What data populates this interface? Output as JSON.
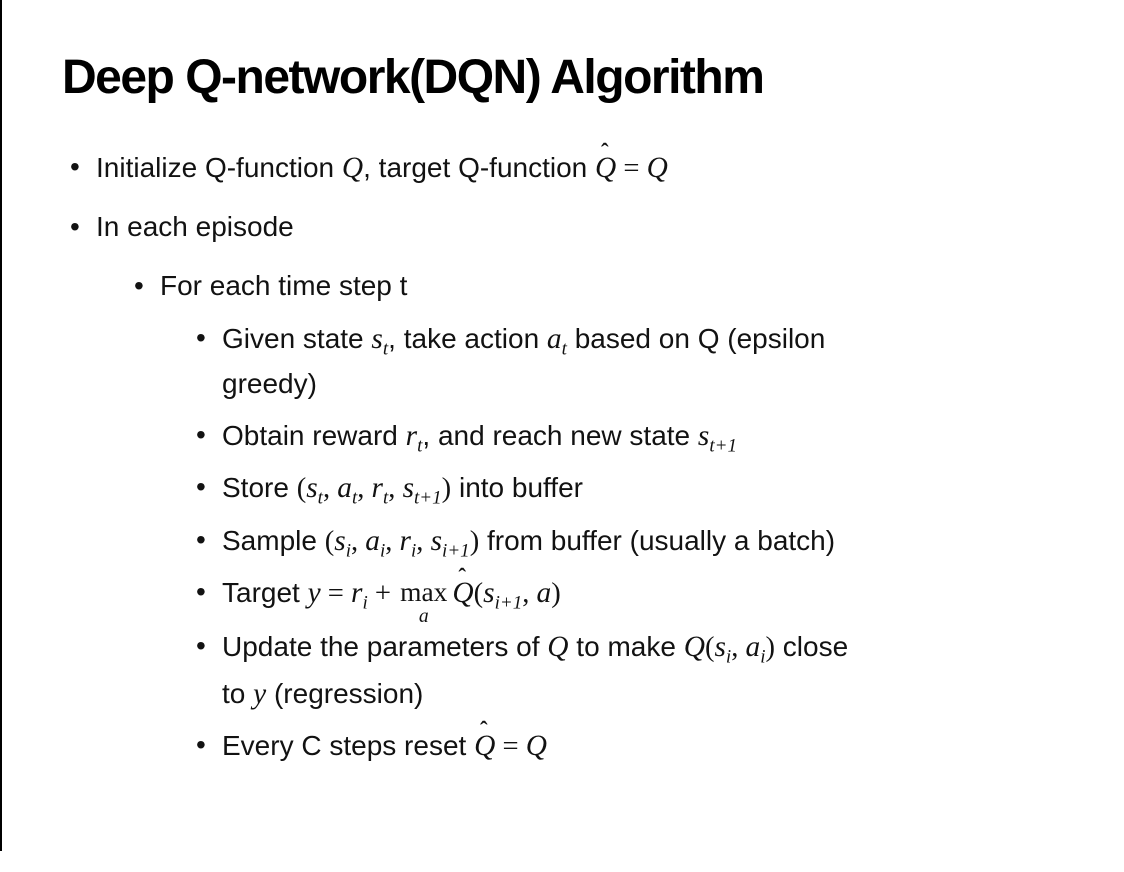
{
  "page": {
    "background": "#ffffff",
    "frame_border_color": "#000000",
    "text_color": "#121212",
    "title_color": "#000000"
  },
  "glyphs": {
    "bullet": "•",
    "hat": "ˆ"
  },
  "slide": {
    "title": "Deep Q-network(DQN) Algorithm",
    "bullets": [
      {
        "level": 1,
        "segments": [
          {
            "s": "p",
            "t": "Initialize Q-function "
          },
          {
            "s": "m",
            "t": "Q"
          },
          {
            "s": "p",
            "t": ", target Q-function "
          },
          {
            "s": "hat",
            "t": "Q"
          },
          {
            "s": "r",
            "t": " = "
          },
          {
            "s": "m",
            "t": "Q"
          }
        ]
      },
      {
        "level": 1,
        "segments": [
          {
            "s": "p",
            "t": "In each episode"
          }
        ]
      },
      {
        "level": 2,
        "segments": [
          {
            "s": "p",
            "t": "For each time step t"
          }
        ]
      },
      {
        "level": 3,
        "segments": [
          {
            "s": "p",
            "t": "Given state "
          },
          {
            "s": "m",
            "t": "s"
          },
          {
            "s": "ms",
            "t": "t"
          },
          {
            "s": "p",
            "t": ", take action "
          },
          {
            "s": "m",
            "t": "a"
          },
          {
            "s": "ms",
            "t": "t"
          },
          {
            "s": "p",
            "t": " based on Q (epsilon"
          },
          {
            "s": "br"
          },
          {
            "s": "p",
            "t": "greedy)"
          }
        ]
      },
      {
        "level": 3,
        "segments": [
          {
            "s": "p",
            "t": "Obtain reward "
          },
          {
            "s": "m",
            "t": "r"
          },
          {
            "s": "ms",
            "t": "t"
          },
          {
            "s": "p",
            "t": ", and reach new state "
          },
          {
            "s": "m",
            "t": "s"
          },
          {
            "s": "ms",
            "t": "t+1"
          }
        ]
      },
      {
        "level": 3,
        "segments": [
          {
            "s": "p",
            "t": "Store "
          },
          {
            "s": "r",
            "t": "("
          },
          {
            "s": "m",
            "t": "s"
          },
          {
            "s": "ms",
            "t": "t"
          },
          {
            "s": "r",
            "t": ", "
          },
          {
            "s": "m",
            "t": "a"
          },
          {
            "s": "ms",
            "t": "t"
          },
          {
            "s": "r",
            "t": ", "
          },
          {
            "s": "m",
            "t": "r"
          },
          {
            "s": "ms",
            "t": "t"
          },
          {
            "s": "r",
            "t": ", "
          },
          {
            "s": "m",
            "t": "s"
          },
          {
            "s": "ms",
            "t": "t+1"
          },
          {
            "s": "r",
            "t": ")"
          },
          {
            "s": "p",
            "t": " into buffer"
          }
        ]
      },
      {
        "level": 3,
        "segments": [
          {
            "s": "p",
            "t": "Sample "
          },
          {
            "s": "r",
            "t": "("
          },
          {
            "s": "m",
            "t": "s"
          },
          {
            "s": "ms",
            "t": "i"
          },
          {
            "s": "r",
            "t": ", "
          },
          {
            "s": "m",
            "t": "a"
          },
          {
            "s": "ms",
            "t": "i"
          },
          {
            "s": "r",
            "t": ", "
          },
          {
            "s": "m",
            "t": "r"
          },
          {
            "s": "ms",
            "t": "i"
          },
          {
            "s": "r",
            "t": ", "
          },
          {
            "s": "m",
            "t": "s"
          },
          {
            "s": "ms",
            "t": "i+1"
          },
          {
            "s": "r",
            "t": ")"
          },
          {
            "s": "p",
            "t": " from buffer (usually a batch)"
          }
        ]
      },
      {
        "level": 3,
        "segments": [
          {
            "s": "p",
            "t": "Target "
          },
          {
            "s": "m",
            "t": "y"
          },
          {
            "s": "r",
            "t": " = "
          },
          {
            "s": "m",
            "t": "r"
          },
          {
            "s": "ms",
            "t": "i"
          },
          {
            "s": "r",
            "t": " + "
          },
          {
            "s": "under",
            "top": "max",
            "bot": "a"
          },
          {
            "s": "hat",
            "t": "Q"
          },
          {
            "s": "r",
            "t": "("
          },
          {
            "s": "m",
            "t": "s"
          },
          {
            "s": "ms",
            "t": "i+1"
          },
          {
            "s": "r",
            "t": ", "
          },
          {
            "s": "m",
            "t": "a"
          },
          {
            "s": "r",
            "t": ")"
          }
        ]
      },
      {
        "level": 3,
        "segments": [
          {
            "s": "p",
            "t": "Update the parameters of "
          },
          {
            "s": "m",
            "t": "Q"
          },
          {
            "s": "p",
            "t": " to make "
          },
          {
            "s": "m",
            "t": "Q"
          },
          {
            "s": "r",
            "t": "("
          },
          {
            "s": "m",
            "t": "s"
          },
          {
            "s": "ms",
            "t": "i"
          },
          {
            "s": "r",
            "t": ", "
          },
          {
            "s": "m",
            "t": "a"
          },
          {
            "s": "ms",
            "t": "i"
          },
          {
            "s": "r",
            "t": ")"
          },
          {
            "s": "p",
            "t": " close"
          },
          {
            "s": "br"
          },
          {
            "s": "p",
            "t": "to "
          },
          {
            "s": "m",
            "t": "y"
          },
          {
            "s": "p",
            "t": " (regression)"
          }
        ]
      },
      {
        "level": 3,
        "segments": [
          {
            "s": "p",
            "t": "Every C steps reset "
          },
          {
            "s": "hat",
            "t": "Q"
          },
          {
            "s": "r",
            "t": " = "
          },
          {
            "s": "m",
            "t": "Q"
          }
        ]
      }
    ]
  }
}
